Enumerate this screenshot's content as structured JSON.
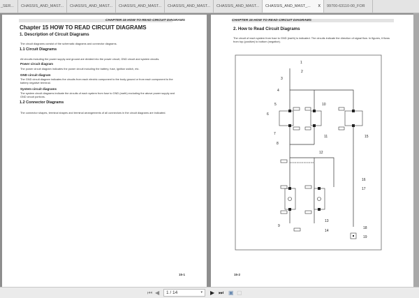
{
  "tabs": [
    {
      "label": "_SER..."
    },
    {
      "label": "CHASSIS_AND_MAST..."
    },
    {
      "label": "CHASSIS_AND_MAST..."
    },
    {
      "label": "CHASSIS_AND_MAST..."
    },
    {
      "label": "CHASSIS_AND_MAST..."
    },
    {
      "label": "CHASSIS_AND_MAST..."
    },
    {
      "label": "CHASSIS_AND_MAST_...",
      "active": true,
      "close": "x"
    },
    {
      "label": "99700-63110-00_FOR"
    }
  ],
  "page1": {
    "header": "CHAPTER 15 HOW TO READ CIRCUIT DIAGRAMS",
    "chapter": "Chapter 15  HOW TO READ CIRCUIT DIAGRAMS",
    "section1": "1.    Description of Circuit Diagrams",
    "intro": "The circuit diagrams consist of the schematic diagrams and connector diagrams.",
    "s11": "1.1      Circuit Diagrams",
    "s11_text": "All circuits including the power supply and ground are divided into the power circuit, GND circuit and system circuits.",
    "power_h": "Power circuit diagram",
    "power_t": "The power circuit diagram indicates the power circuit including the battery, fuse, ignition switch, etc.",
    "gnd_h": "GND circuit diagram",
    "gnd_t": "The GND circuit diagram indicates the circuits from each electric component to the body ground or from each component to the battery negative terminal.",
    "sys_h": "System circuit diagrams",
    "sys_t": "The system circuit diagrams indicate the circuits of each system from fuse to GND (earth) excluding the above power supply and GND circuit portions.",
    "s12": "1.2      Connector Diagrams",
    "s12_text": "The connector shapes, terminal shapes and terminal arrangements of all connectors in the circuit diagrams are indicated.",
    "page_number": "15-1"
  },
  "page2": {
    "header": "CHAPTER 15 HOW TO READ CIRCUIT DIAGRAMS",
    "section2": "2.    How to Read Circuit Diagrams",
    "text": "The circuit of each system from fuse to GND (earth) is indicated. The circuits indicate the direction of signal flow. In figures, it flows from top (positive) to bottom (negative).",
    "callouts": [
      "1",
      "2",
      "3",
      "4",
      "5",
      "6",
      "7",
      "8",
      "9",
      "10",
      "11",
      "12",
      "13",
      "14",
      "15",
      "16",
      "17",
      "18",
      "19"
    ],
    "page_number": "15-2"
  },
  "toolbar": {
    "page_display": "1 / 14",
    "first_icon": "first-page-icon",
    "prev_icon": "prev-page-icon",
    "next_icon": "next-page-icon",
    "last_icon": "last-page-icon"
  }
}
